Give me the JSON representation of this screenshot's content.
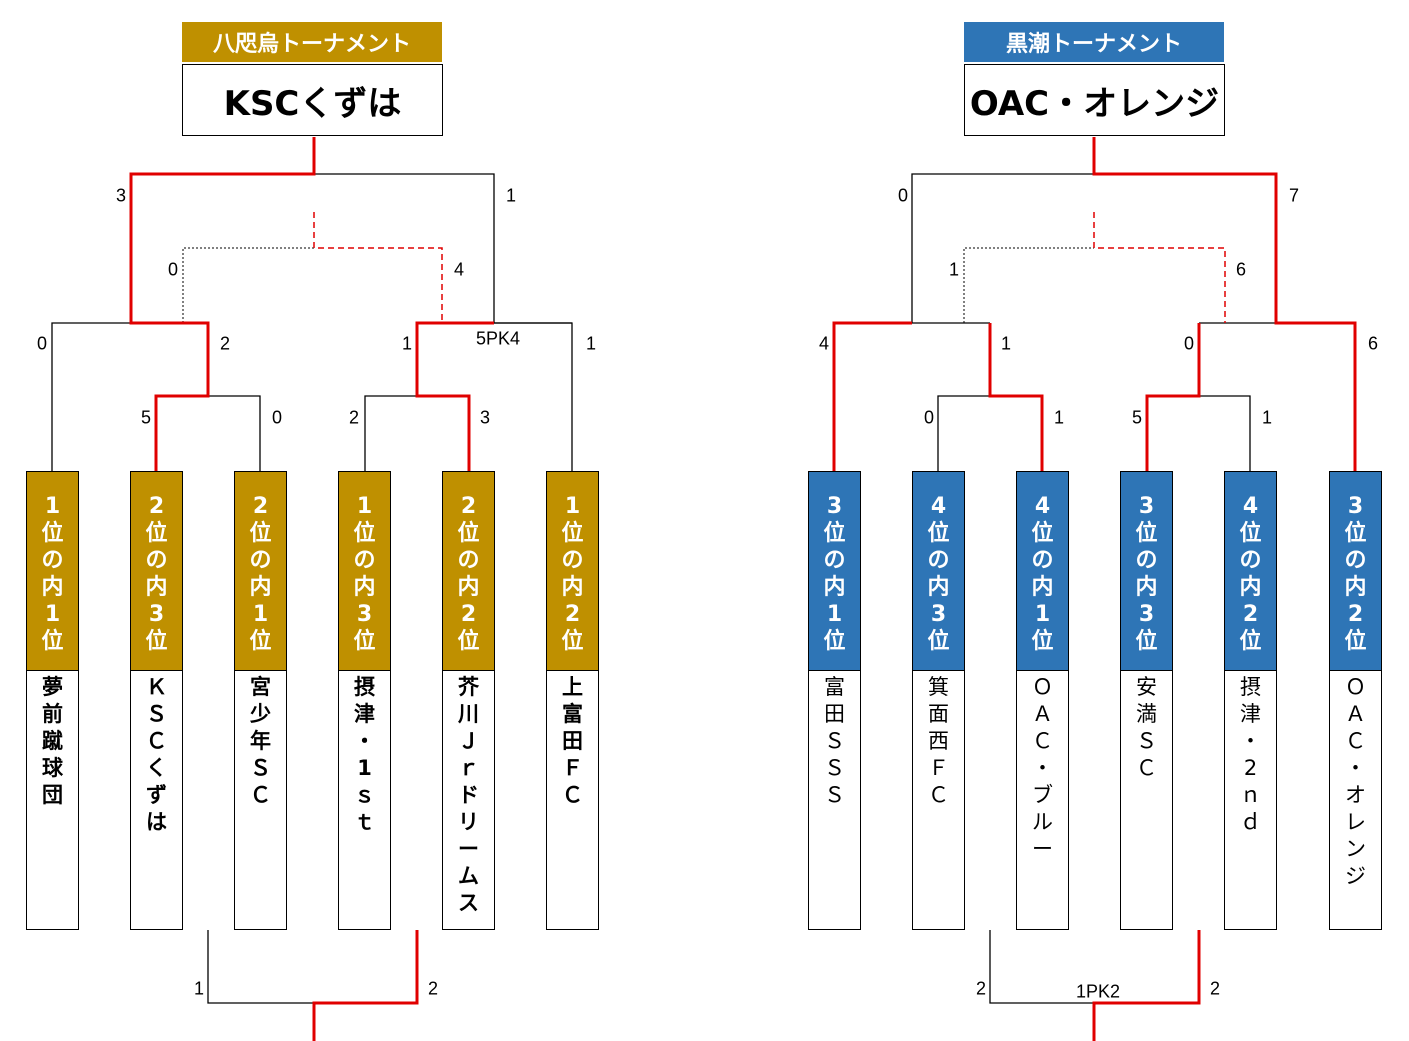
{
  "brackets": [
    {
      "title": "八咫烏トーナメント",
      "champion": "KSCくずは",
      "color": "#BF9000",
      "seeds": [
        {
          "seed": "1位の内1位",
          "team": "夢前蹴球団"
        },
        {
          "seed": "2位の内3位",
          "team": "ＫＳＣくずは"
        },
        {
          "seed": "2位の内1位",
          "team": "宮少年ＳＣ"
        },
        {
          "seed": "1位の内3位",
          "team": "摂津・1ｓｔ"
        },
        {
          "seed": "2位の内2位",
          "team": "芥川Ｊｒドリームス"
        },
        {
          "seed": "1位の内2位",
          "team": "上富田ＦＣ"
        }
      ],
      "scores": {
        "final_left": "3",
        "final_right": "1",
        "third_left": "0",
        "third_right": "4",
        "r1_left": "0",
        "r1_right": "2",
        "r1b_left": "1",
        "r1b_right": "1",
        "r1b_pk": "5PK4",
        "q_left": "5",
        "q_right": "0",
        "q2_left": "2",
        "q2_right": "3",
        "bottom_left": "1",
        "bottom_right": "2"
      }
    },
    {
      "title": "黒潮トーナメント",
      "champion": "OAC・オレンジ",
      "color": "#2E75B6",
      "seeds": [
        {
          "seed": "3位の内1位",
          "team": "富田ＳＳＳ"
        },
        {
          "seed": "4位の内3位",
          "team": "箕面西ＦＣ"
        },
        {
          "seed": "4位の内1位",
          "team": "ＯＡＣ・ブルー"
        },
        {
          "seed": "3位の内3位",
          "team": "安満ＳＣ"
        },
        {
          "seed": "4位の内2位",
          "team": "摂津・2ｎｄ"
        },
        {
          "seed": "3位の内2位",
          "team": "ＯＡＣ・オレンジ"
        }
      ],
      "scores": {
        "final_left": "0",
        "final_right": "7",
        "third_left": "1",
        "third_right": "6",
        "r1_left": "4",
        "r1_right": "1",
        "r1b_left": "0",
        "r1b_right": "6",
        "q_left": "0",
        "q_right": "1",
        "q2_left": "5",
        "q2_right": "1",
        "bottom_left": "2",
        "bottom_right": "2",
        "bottom_pk": "1PK2"
      }
    }
  ],
  "colors": {
    "win_line": "#E00000",
    "loss_line": "#000000"
  }
}
